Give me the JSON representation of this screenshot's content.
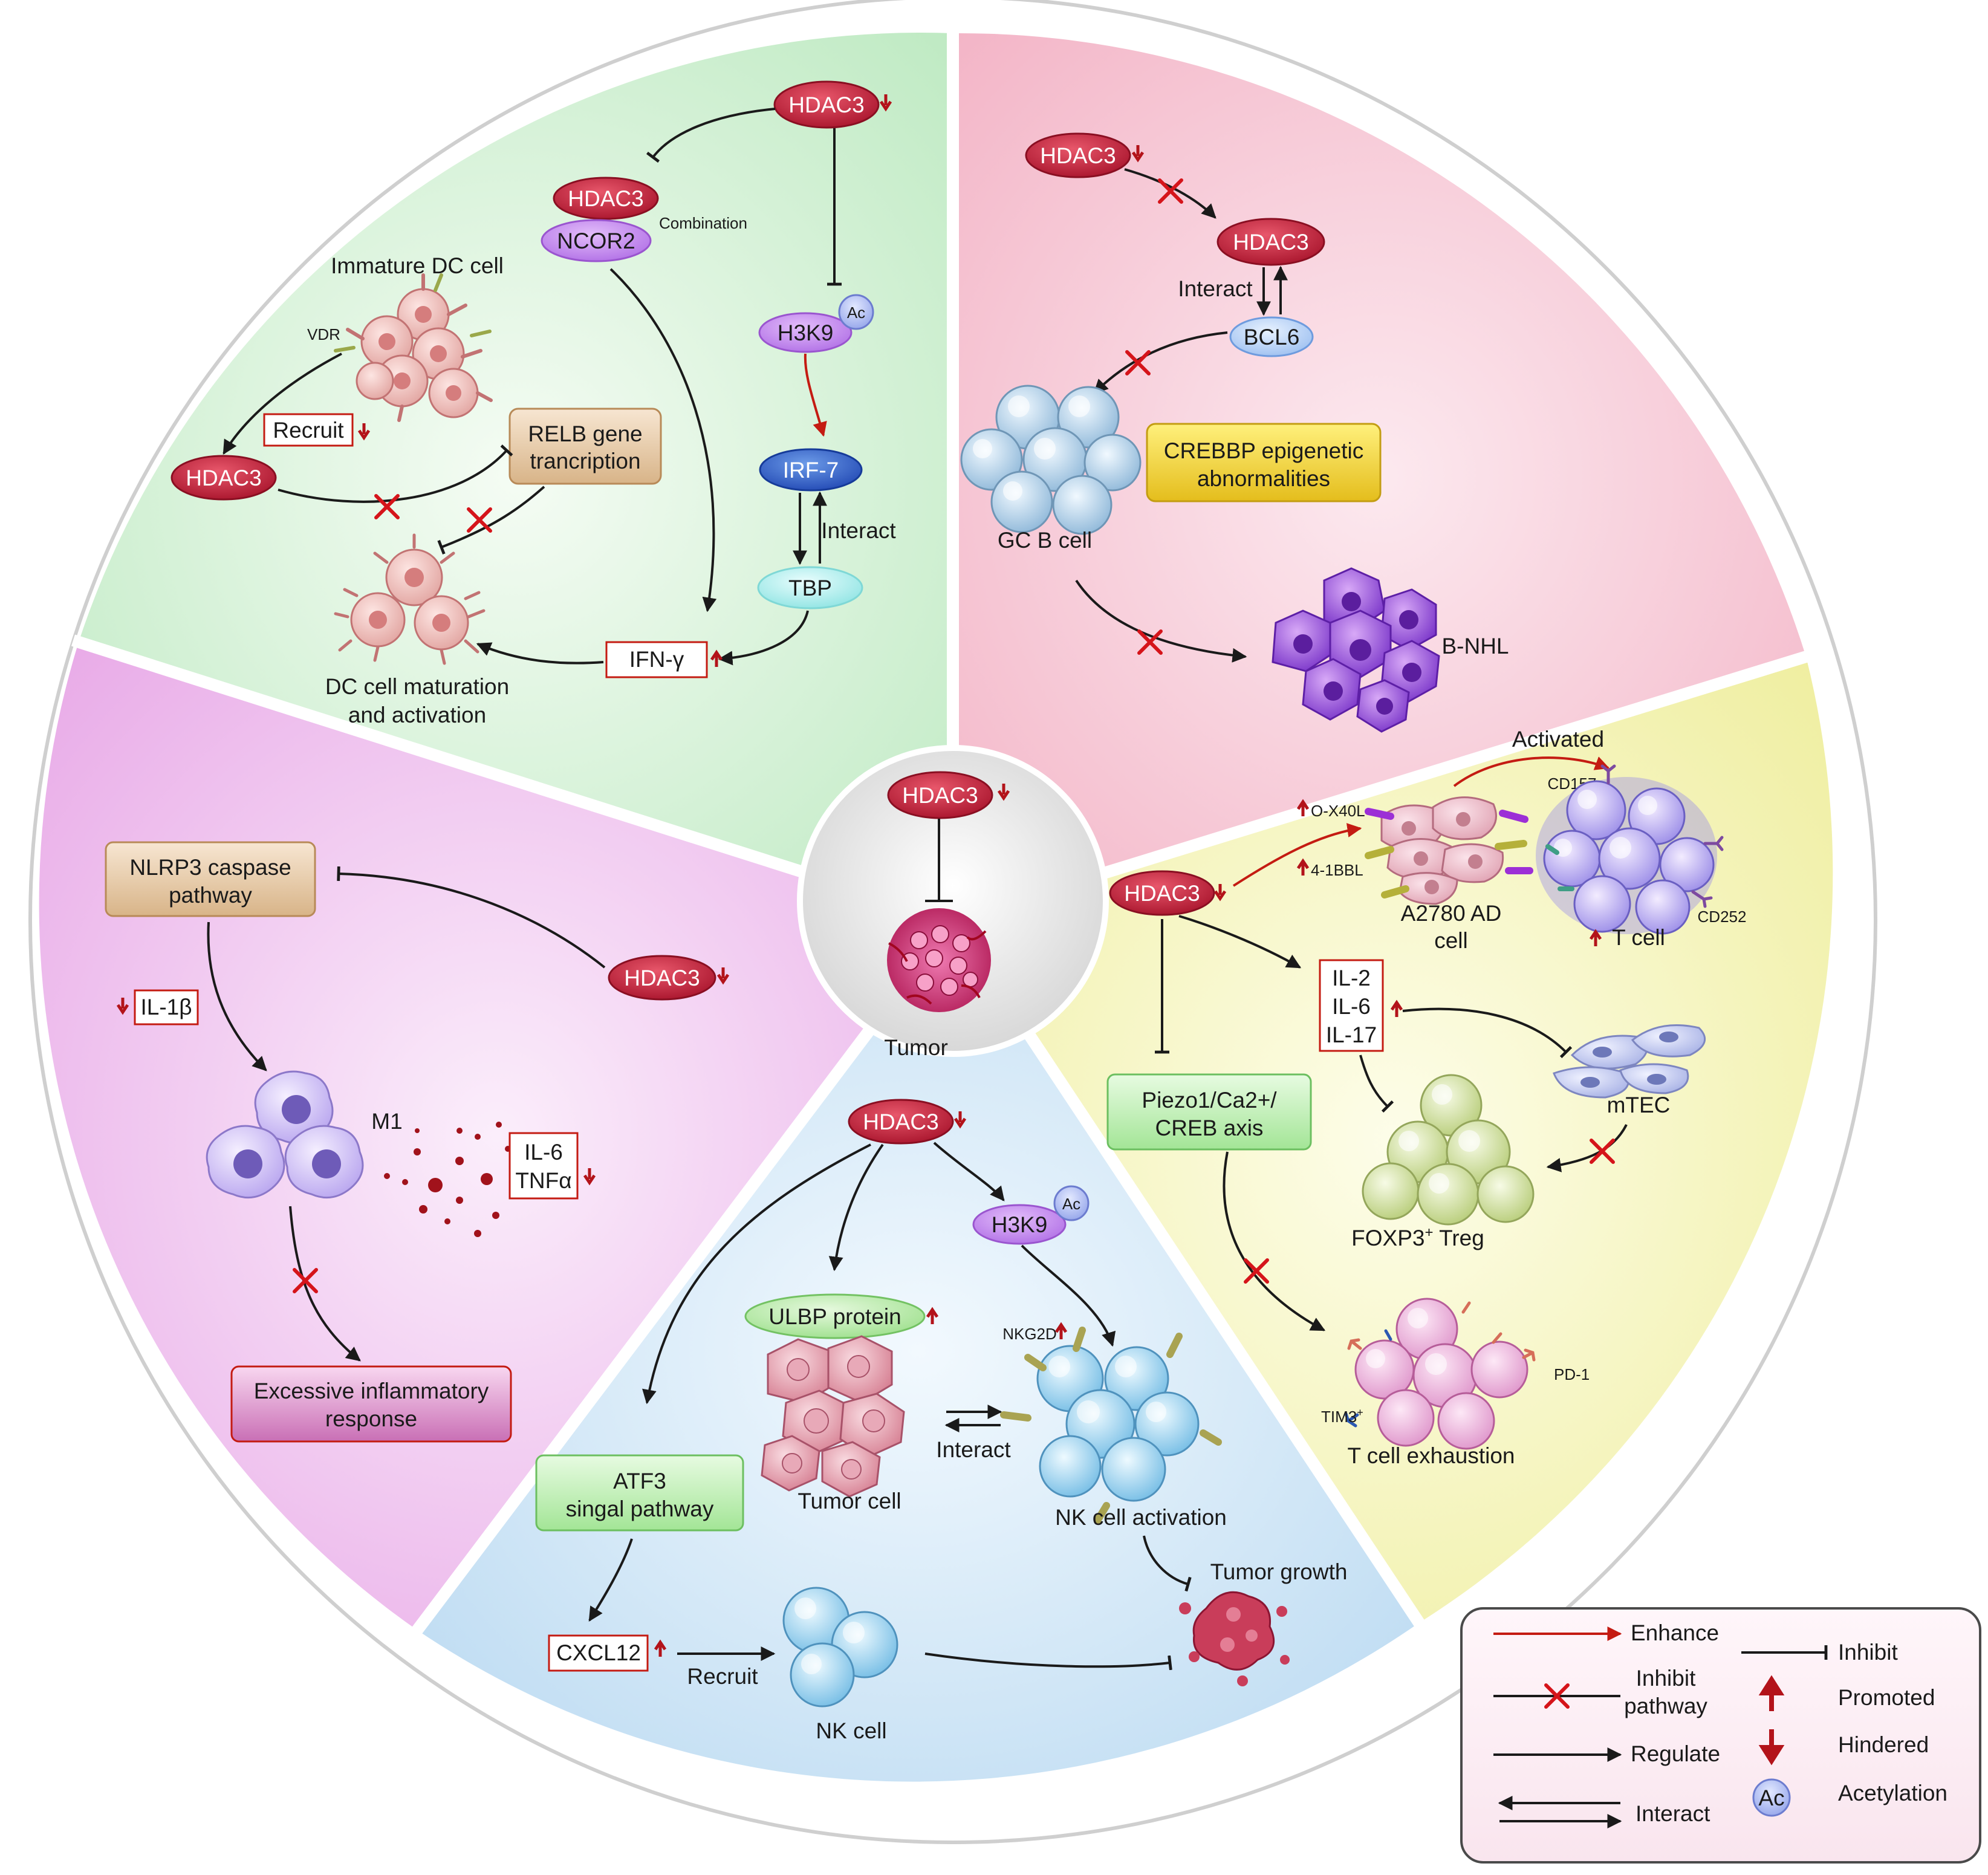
{
  "center": {
    "hdac3": "HDAC3",
    "tumor": "Tumor"
  },
  "dc": {
    "hdac3_top": "HDAC3",
    "hdac3_complex": "HDAC3",
    "ncor2": "NCOR2",
    "combination": "Combination",
    "immature_dc": "Immature DC cell",
    "vdr": "VDR",
    "h3k9": "H3K9",
    "ac": "Ac",
    "recruit": "Recruit",
    "relb_line1": "RELB gene",
    "relb_line2": "trancription",
    "hdac3_left": "HDAC3",
    "irf7": "IRF-7",
    "interact": "Interact",
    "tbp": "TBP",
    "ifng": "IFN-γ",
    "dc_mat_line1": "DC cell maturation",
    "dc_mat_line2": "and activation"
  },
  "bcell": {
    "hdac3_top": "HDAC3",
    "hdac3_mid": "HDAC3",
    "interact": "Interact",
    "bcl6": "BCL6",
    "gc_b_cell": "GC B cell",
    "crebbp_line1": "CREBBP epigenetic",
    "crebbp_line2": "abnormalities",
    "bnhl": "B-NHL"
  },
  "tcell": {
    "activated": "Activated",
    "cd157": "CD157",
    "ox40l": "O-X40L",
    "bbl": "4-1BBL",
    "hdac3": "HDAC3",
    "a2780_line1": "A2780 AD",
    "a2780_line2": "cell",
    "t_cell": "T cell",
    "cd252": "CD252",
    "il2": "IL-2",
    "il6": "IL-6",
    "il17": "IL-17",
    "mtec": "mTEC",
    "piezo_line1": "Piezo1/Ca2+/",
    "piezo_line2": "CREB axis",
    "foxp3": "FOXP3",
    "foxp3_sup": "+",
    "treg": " Treg",
    "pd1": "PD-1",
    "tim3": "TIM3",
    "tim3_sup": "+",
    "exhaustion": "T cell exhaustion"
  },
  "nk": {
    "hdac3": "HDAC3",
    "h3k9": "H3K9",
    "ac": "Ac",
    "ulbp": "ULBP protein",
    "nkg2d": "NKG2D",
    "interact": "Interact",
    "tumor_cell": "Tumor cell",
    "nk_activation": "NK cell activation",
    "atf3_line1": "ATF3",
    "atf3_line2": "singal pathway",
    "tumor_growth": "Tumor growth",
    "cxcl12": "CXCL12",
    "recruit": "Recruit",
    "nk_cell": "NK cell"
  },
  "inflam": {
    "nlrp3_line1": "NLRP3 caspase",
    "nlrp3_line2": "pathway",
    "hdac3": "HDAC3",
    "il1b": "IL-1β",
    "m1": "M1",
    "il6": "IL-6",
    "tnfa": "TNFα",
    "excessive_line1": "Excessive inflammatory",
    "excessive_line2": "response"
  },
  "legend": {
    "enhance": "Enhance",
    "inhibit": "Inhibit",
    "inhibit_pathway_line1": "Inhibit",
    "inhibit_pathway_line2": "pathway",
    "promoted": "Promoted",
    "regulate": "Regulate",
    "hindered": "Hindered",
    "interact": "Interact",
    "ac": "Ac",
    "acetylation": "Acetylation"
  },
  "colors": {
    "hdac3": "#c8243a",
    "accent_red": "#c41b12",
    "sector_dc": "#cdf1cf",
    "sector_bcell": "#f6c5d2",
    "sector_tcell": "#f3f2b6",
    "sector_nk": "#cbe3f5",
    "sector_inflam": "#efbcee"
  }
}
